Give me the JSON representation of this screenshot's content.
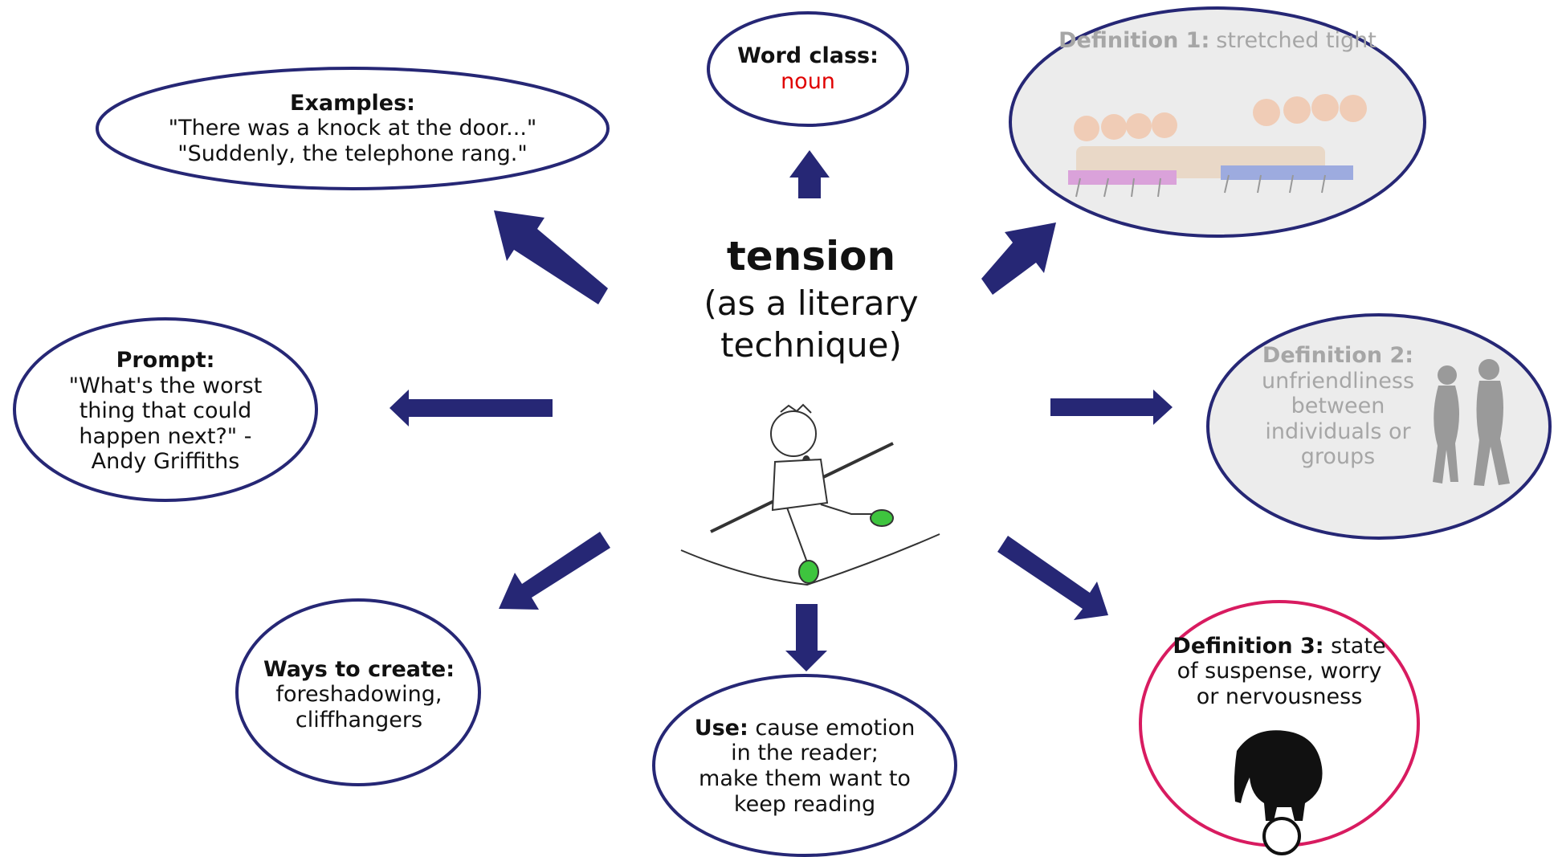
{
  "center": {
    "title": "tension",
    "subtitle_line1": "(as a literary",
    "subtitle_line2": "technique)"
  },
  "bubbles": {
    "word_class": {
      "label": "Word class:",
      "value": "noun"
    },
    "examples": {
      "label": "Examples:",
      "line1": "\"There was a knock at the door...\"",
      "line2": "\"Suddenly, the telephone rang.\""
    },
    "definition1": {
      "label": "Definition 1:",
      "text": "stretched tight"
    },
    "definition2": {
      "label": "Definition 2:",
      "line1": "unfriendliness",
      "line2": "between",
      "line3": "individuals or",
      "line4": "groups"
    },
    "prompt": {
      "label": "Prompt:",
      "line1": "\"What's the worst",
      "line2": "thing that could",
      "line3": "happen next?\" -",
      "line4": "Andy Griffiths"
    },
    "ways": {
      "label": "Ways to create:",
      "line1": "foreshadowing,",
      "line2": "cliffhangers"
    },
    "use": {
      "label": "Use:",
      "line1_rest": "cause emotion",
      "line2": "in the reader;",
      "line3": "make them want to",
      "line4": "keep reading"
    },
    "definition3": {
      "label": "Definition 3:",
      "line1_rest": "state",
      "line2": "of suspense, worry",
      "line3": "or nervousness"
    }
  },
  "colors": {
    "arrow": "#262775",
    "ellipse_stroke": "#262775",
    "definition3_stroke": "#d81b60",
    "noun_text": "#e00000",
    "faded_text": "#a6a6a6",
    "faded_fill": "#ececec"
  },
  "illustrations": {
    "definition1": "tug-of-war-icon",
    "definition2": "silhouette-couple-icon",
    "center": "tightrope-walker-icon",
    "definition3": "elephant-on-ball-icon"
  }
}
